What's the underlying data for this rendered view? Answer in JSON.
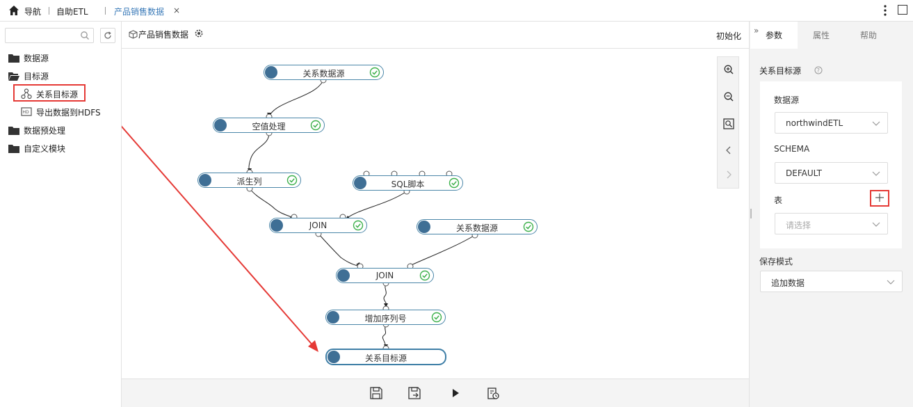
{
  "topbar": {
    "nav_label": "导航",
    "etl_label": "自助ETL",
    "tab_label": "产品销售数据",
    "tab_close": "×"
  },
  "left_tree": {
    "search_placeholder": "",
    "items": [
      {
        "label": "数据源",
        "icon": "folder-icon"
      },
      {
        "label": "目标源",
        "icon": "folder-open-icon"
      },
      {
        "label": "关系目标源",
        "icon": "relational-target-icon"
      },
      {
        "label": "导出数据到HDFS",
        "icon": "hdfs-export-icon"
      },
      {
        "label": "数据预处理",
        "icon": "folder-icon"
      },
      {
        "label": "自定义模块",
        "icon": "folder-icon"
      }
    ]
  },
  "canvas": {
    "title": "产品销售数据",
    "init_label": "初始化",
    "nodes": [
      {
        "id": "n1",
        "label": "关系数据源",
        "status": "ok"
      },
      {
        "id": "n2",
        "label": "空值处理",
        "status": "ok"
      },
      {
        "id": "n3",
        "label": "派生列",
        "status": "ok"
      },
      {
        "id": "n4",
        "label": "SQL脚本",
        "status": "ok"
      },
      {
        "id": "n5",
        "label": "JOIN",
        "status": "ok"
      },
      {
        "id": "n6",
        "label": "关系数据源",
        "status": "ok"
      },
      {
        "id": "n7",
        "label": "JOIN",
        "status": "ok"
      },
      {
        "id": "n8",
        "label": "增加序列号",
        "status": "ok"
      },
      {
        "id": "n9",
        "label": "关系目标源",
        "status": ""
      }
    ],
    "zoom_tools": [
      "zoom-in-icon",
      "zoom-out-icon",
      "fit-view-icon",
      "prev-icon",
      "next-icon"
    ],
    "footer_tools": [
      "save-icon",
      "save-as-icon",
      "run-icon",
      "schedule-icon"
    ]
  },
  "right_panel": {
    "tabs": [
      "参数",
      "属性",
      "帮助"
    ],
    "active_tab": 0,
    "section_title": "关系目标源",
    "datasource_label": "数据源",
    "datasource_value": "northwindETL",
    "schema_label": "SCHEMA",
    "schema_value": "DEFAULT",
    "table_label": "表",
    "table_placeholder": "请选择",
    "save_mode_label": "保存模式",
    "save_mode_value": "追加数据"
  },
  "colors": {
    "accent": "#3a7ab8",
    "node_border": "#4a86a8",
    "ok_green": "#3cb04a",
    "annotation_red": "#e53935"
  }
}
